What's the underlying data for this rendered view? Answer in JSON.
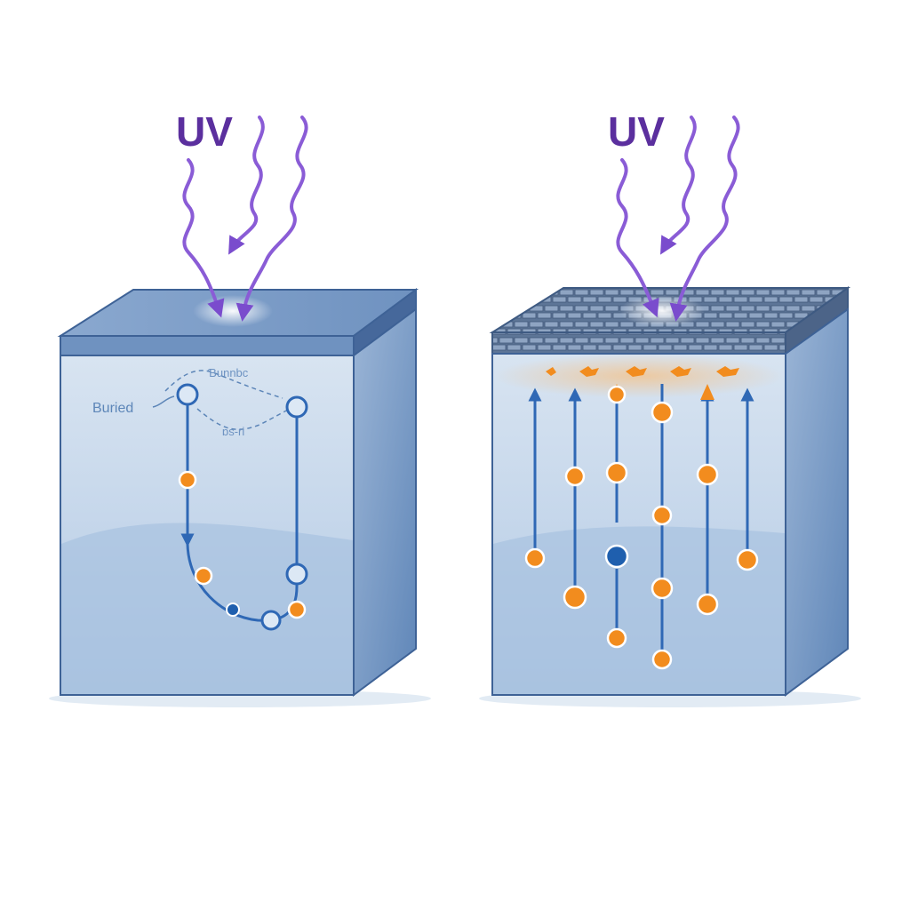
{
  "left_panel": {
    "uv_label": "UV",
    "label_buried": "Buried",
    "label_top": "Ɓunnbc",
    "label_mid": "ɒs-ri"
  },
  "right_panel": {
    "uv_label": "UV"
  },
  "colors": {
    "uv": "#8a5cd6",
    "uv_text": "#5b2f9e",
    "carrier_path": "#2f68b5",
    "orange_particle": "#f28c1e",
    "blue_particle": "#1f5fae",
    "block_front": "#b4c9e2",
    "block_side": "#6f93c1",
    "block_top": "#7d9dc6"
  },
  "icons": [
    "uv-wave-icon",
    "electron-particle-icon",
    "hole-particle-icon",
    "upward-arrow-icon"
  ]
}
